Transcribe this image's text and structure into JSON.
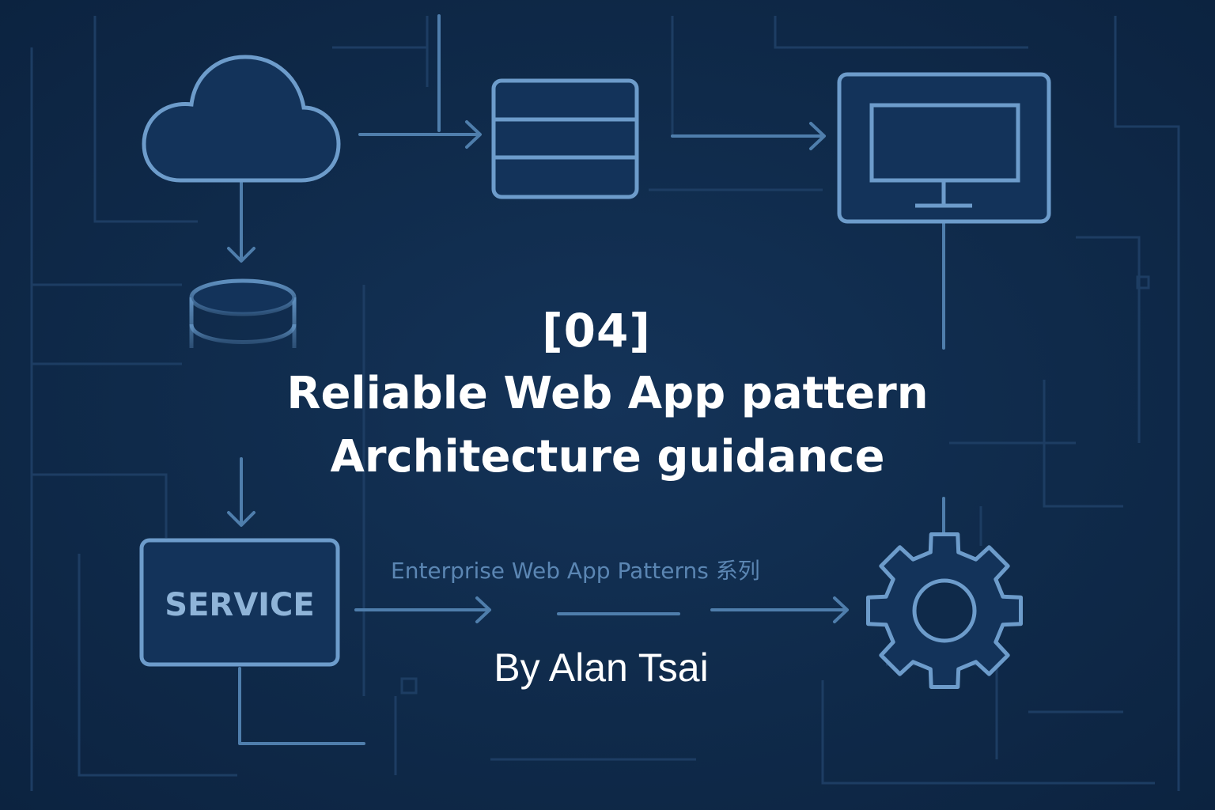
{
  "title": {
    "number": "[04]",
    "line1": "Reliable Web App pattern",
    "line2": "Architecture guidance"
  },
  "subtitle": "Enterprise Web App Patterns 系列",
  "author": "By Alan Tsai",
  "diagram": {
    "service_label": "SERVICE",
    "nodes": [
      "cloud-icon",
      "server-rack-icon",
      "monitor-icon",
      "database-icon",
      "service-box",
      "gear-icon"
    ]
  },
  "colors": {
    "background": "#0f2a4a",
    "line": "#5f8fbe",
    "faint_line": "#1d3d63",
    "title_text": "#ffffff",
    "subtitle_text": "#5b86b3"
  }
}
